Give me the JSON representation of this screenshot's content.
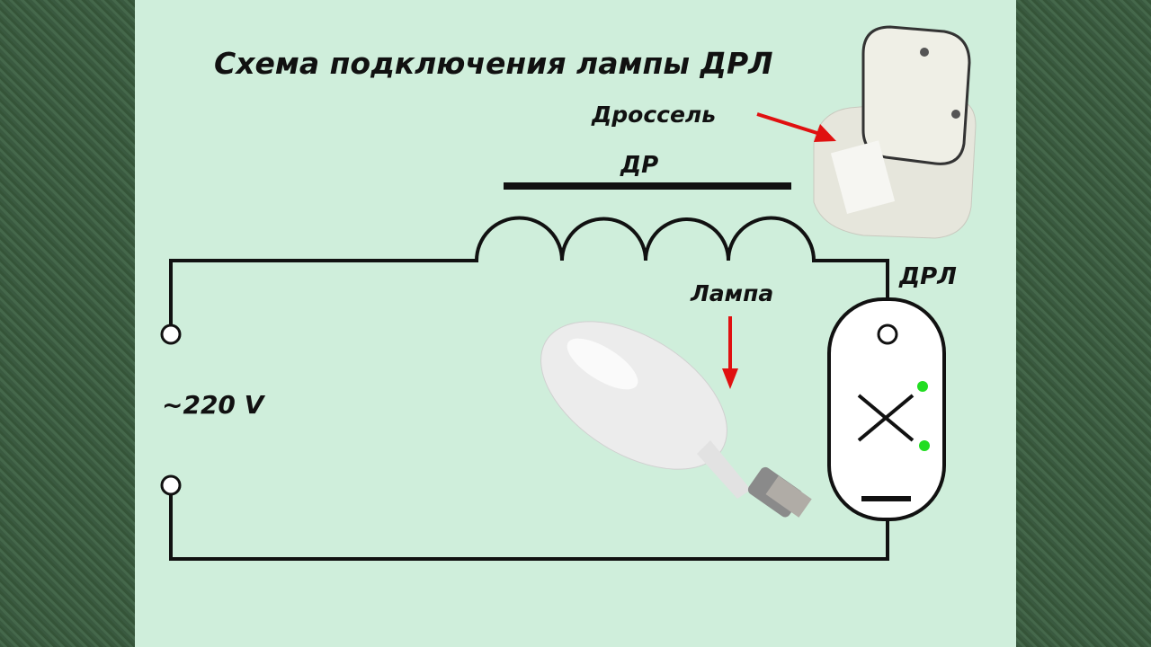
{
  "title": "Схема подключения лампы ДРЛ",
  "labels": {
    "choke_photo": "Дроссель",
    "choke_symbol": "ДР",
    "lamp_photo": "Лампа",
    "lamp_symbol": "ДРЛ",
    "voltage": "~220 V"
  },
  "colors": {
    "panel": "#cfeedb",
    "wire": "#111111",
    "arrow": "#e01010",
    "indicator": "#22dd22"
  }
}
